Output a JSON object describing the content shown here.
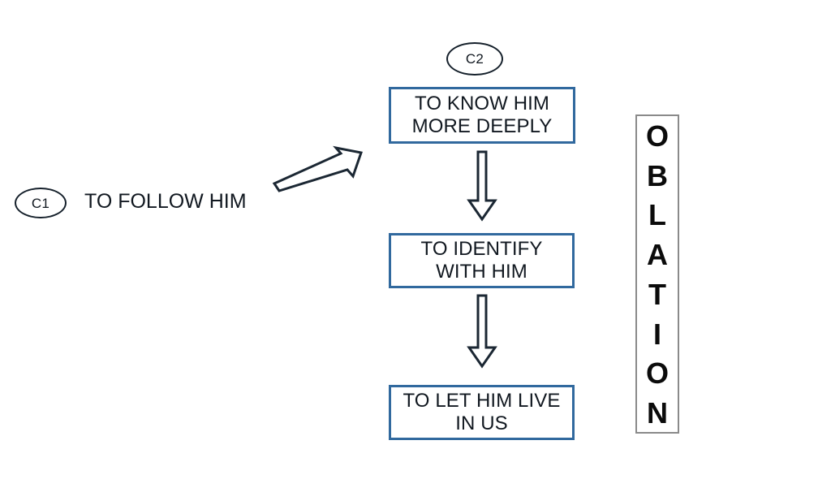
{
  "diagram": {
    "title": "Oblation process flow",
    "colors": {
      "box_border": "#31699E",
      "outline_dark": "#1b2733",
      "banner_border": "#8a8a8a",
      "text": "#111820",
      "background": "#ffffff"
    },
    "nodes": {
      "c1_label": "C1",
      "c1_text": "TO FOLLOW HIM",
      "c2_label": "C2"
    },
    "boxes": [
      {
        "id": "know-him",
        "text": "TO KNOW HIM\nMORE DEEPLY"
      },
      {
        "id": "identify",
        "text": "TO IDENTIFY\nWITH HIM"
      },
      {
        "id": "let-live",
        "text": "TO LET HIM LIVE\nIN US"
      }
    ],
    "arrows": [
      {
        "id": "diagonal",
        "direction": "up-right",
        "style": "hollow-block"
      },
      {
        "id": "down-one",
        "direction": "down",
        "style": "hollow-block"
      },
      {
        "id": "down-two",
        "direction": "down",
        "style": "hollow-block"
      }
    ],
    "banner": {
      "word": "OBLATION",
      "orientation": "vertical-stacked",
      "letters": [
        "O",
        "B",
        "L",
        "A",
        "T",
        "I",
        "O",
        "N"
      ]
    }
  }
}
